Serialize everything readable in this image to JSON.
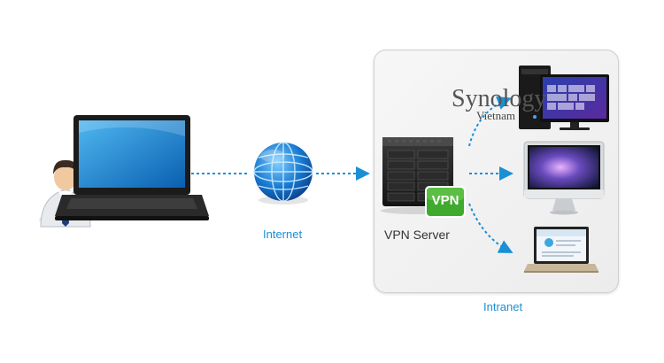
{
  "labels": {
    "internet": "Internet",
    "vpn_server": "VPN Server",
    "intranet": "Intranet",
    "vpn_badge": "VPN"
  },
  "watermark": {
    "brand": "Synology",
    "sub": "Vietnam"
  },
  "colors": {
    "accent": "#1a8fd6",
    "vpn_badge": "#3faa2e"
  },
  "icons": [
    "user-icon",
    "laptop-icon",
    "globe-icon",
    "nas-server-icon",
    "desktop-pc-icon",
    "imac-icon",
    "notebook-icon"
  ]
}
